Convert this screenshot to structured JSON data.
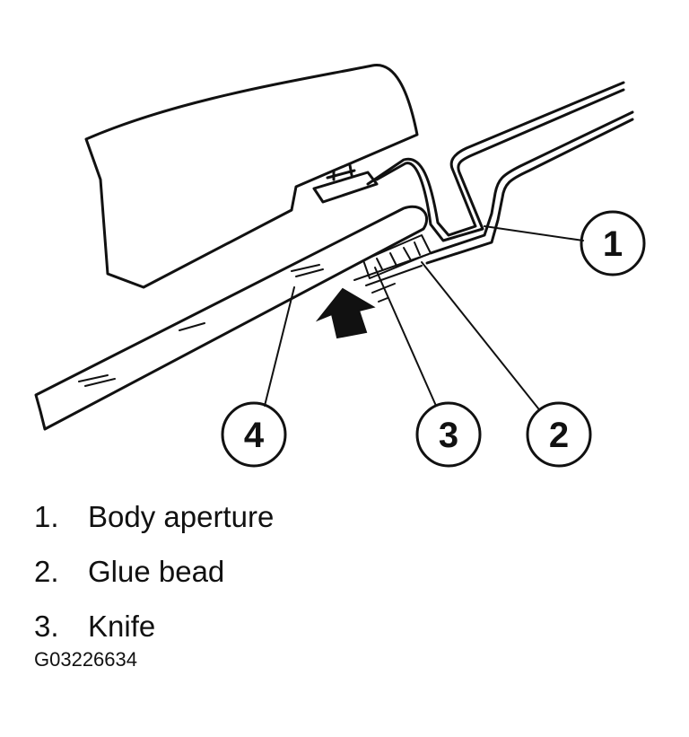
{
  "diagram": {
    "callouts": [
      "1",
      "2",
      "3",
      "4"
    ]
  },
  "legend": [
    {
      "number": "1.",
      "label": "Body aperture"
    },
    {
      "number": "2.",
      "label": "Glue bead"
    },
    {
      "number": "3.",
      "label": "Knife"
    }
  ],
  "figure_id": "G03226634"
}
